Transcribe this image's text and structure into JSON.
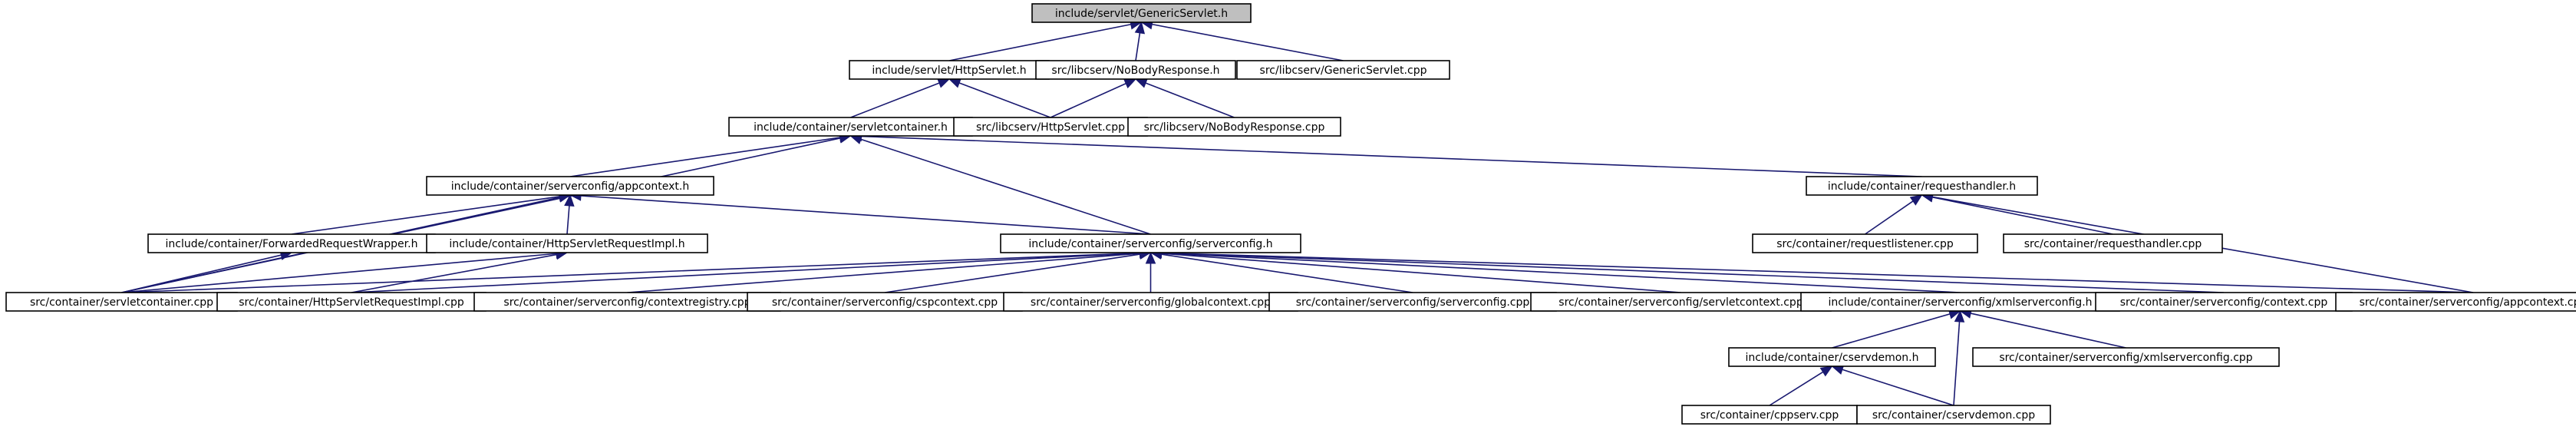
{
  "graph": {
    "nodes": [
      {
        "id": "n0",
        "label": "include/servlet/GenericServlet.h",
        "root": true
      },
      {
        "id": "n1",
        "label": "include/servlet/HttpServlet.h"
      },
      {
        "id": "n2",
        "label": "src/libcserv/NoBodyResponse.h"
      },
      {
        "id": "n3",
        "label": "src/libcserv/GenericServlet.cpp"
      },
      {
        "id": "n4",
        "label": "include/container/servletcontainer.h"
      },
      {
        "id": "n5",
        "label": "src/libcserv/HttpServlet.cpp"
      },
      {
        "id": "n6",
        "label": "src/libcserv/NoBodyResponse.cpp"
      },
      {
        "id": "n7",
        "label": "include/container/serverconfig/appcontext.h"
      },
      {
        "id": "n8",
        "label": "include/container/requesthandler.h"
      },
      {
        "id": "n9",
        "label": "include/container/ForwardedRequestWrapper.h"
      },
      {
        "id": "n10",
        "label": "include/container/HttpServletRequestImpl.h"
      },
      {
        "id": "n11",
        "label": "include/container/serverconfig/serverconfig.h"
      },
      {
        "id": "n12",
        "label": "src/container/requestlistener.cpp"
      },
      {
        "id": "n13",
        "label": "src/container/requesthandler.cpp"
      },
      {
        "id": "n14",
        "label": "src/container/servletcontainer.cpp"
      },
      {
        "id": "n15",
        "label": "src/container/HttpServletRequestImpl.cpp"
      },
      {
        "id": "n16",
        "label": "src/container/serverconfig/contextregistry.cpp"
      },
      {
        "id": "n17",
        "label": "src/container/serverconfig/cspcontext.cpp"
      },
      {
        "id": "n18",
        "label": "src/container/serverconfig/globalcontext.cpp"
      },
      {
        "id": "n19",
        "label": "src/container/serverconfig/serverconfig.cpp"
      },
      {
        "id": "n20",
        "label": "src/container/serverconfig/servletcontext.cpp"
      },
      {
        "id": "n21",
        "label": "include/container/serverconfig/xmlserverconfig.h"
      },
      {
        "id": "n22",
        "label": "src/container/serverconfig/context.cpp"
      },
      {
        "id": "n23",
        "label": "src/container/serverconfig/appcontext.cpp"
      },
      {
        "id": "n24",
        "label": "include/container/cservdemon.h"
      },
      {
        "id": "n25",
        "label": "src/container/serverconfig/xmlserverconfig.cpp"
      },
      {
        "id": "n26",
        "label": "src/container/cppserv.cpp"
      },
      {
        "id": "n27",
        "label": "src/container/cservdemon.cpp"
      }
    ],
    "edges": [
      {
        "from": "n1",
        "to": "n0"
      },
      {
        "from": "n2",
        "to": "n0"
      },
      {
        "from": "n3",
        "to": "n0"
      },
      {
        "from": "n4",
        "to": "n1"
      },
      {
        "from": "n5",
        "to": "n1"
      },
      {
        "from": "n5",
        "to": "n2"
      },
      {
        "from": "n6",
        "to": "n2"
      },
      {
        "from": "n7",
        "to": "n4"
      },
      {
        "from": "n8",
        "to": "n4"
      },
      {
        "from": "n11",
        "to": "n4"
      },
      {
        "from": "n14",
        "to": "n4"
      },
      {
        "from": "n9",
        "to": "n7"
      },
      {
        "from": "n10",
        "to": "n7"
      },
      {
        "from": "n11",
        "to": "n7"
      },
      {
        "from": "n14",
        "to": "n7"
      },
      {
        "from": "n12",
        "to": "n8"
      },
      {
        "from": "n13",
        "to": "n8"
      },
      {
        "from": "n23",
        "to": "n8"
      },
      {
        "from": "n14",
        "to": "n9"
      },
      {
        "from": "n14",
        "to": "n10"
      },
      {
        "from": "n15",
        "to": "n10"
      },
      {
        "from": "n14",
        "to": "n11"
      },
      {
        "from": "n15",
        "to": "n11"
      },
      {
        "from": "n16",
        "to": "n11"
      },
      {
        "from": "n17",
        "to": "n11"
      },
      {
        "from": "n18",
        "to": "n11"
      },
      {
        "from": "n19",
        "to": "n11"
      },
      {
        "from": "n20",
        "to": "n11"
      },
      {
        "from": "n21",
        "to": "n11"
      },
      {
        "from": "n22",
        "to": "n11"
      },
      {
        "from": "n23",
        "to": "n11"
      },
      {
        "from": "n24",
        "to": "n21"
      },
      {
        "from": "n25",
        "to": "n21"
      },
      {
        "from": "n27",
        "to": "n21"
      },
      {
        "from": "n26",
        "to": "n24"
      },
      {
        "from": "n27",
        "to": "n24"
      }
    ]
  },
  "colors": {
    "edge": "#191970",
    "root_fill": "#bfbfbf",
    "box_fill": "#ffffff",
    "box_stroke": "#000000"
  }
}
